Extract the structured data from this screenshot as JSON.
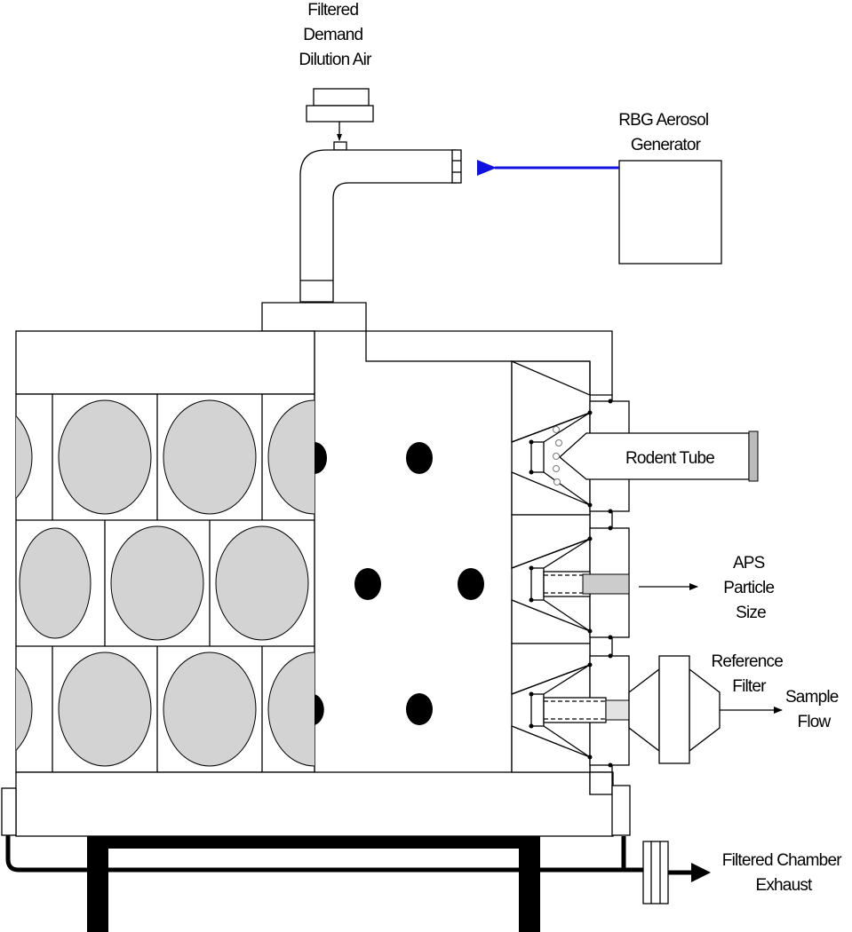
{
  "labels": {
    "dilution_air": [
      "Filtered",
      "Demand",
      "Dilution Air"
    ],
    "generator": [
      "RBG Aerosol",
      "Generator"
    ],
    "rodent_tube": "Rodent Tube",
    "aps": [
      "APS",
      "Particle",
      "Size"
    ],
    "reference_filter": [
      "Reference",
      "Filter"
    ],
    "sample_flow": [
      "Sample",
      "Flow"
    ],
    "exhaust": [
      "Filtered Chamber",
      "Exhaust"
    ]
  },
  "colors": {
    "aerosol_arrow": "#1010e0",
    "disc_fill": "#d3d3d3"
  }
}
